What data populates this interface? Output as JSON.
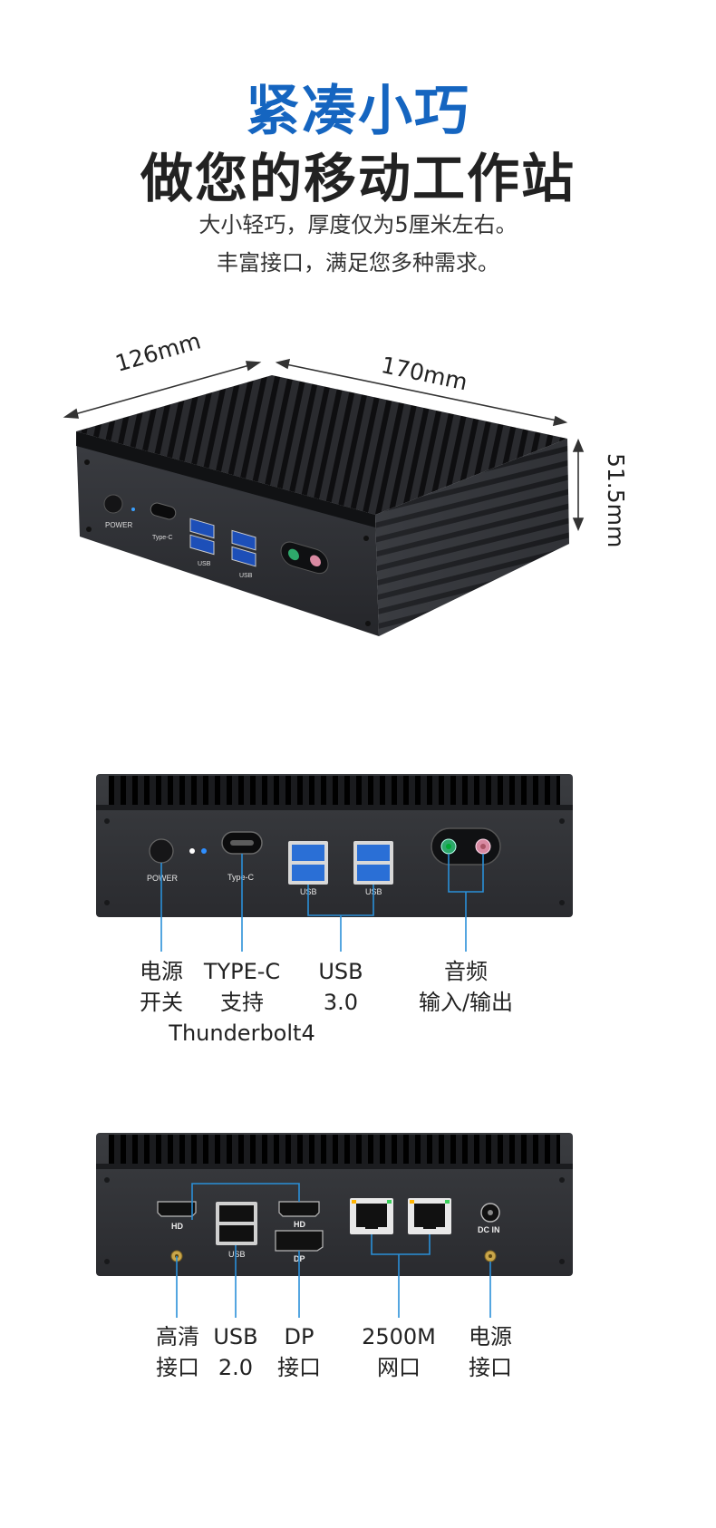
{
  "heading": {
    "line1": "紧凑小巧",
    "line2": "做您的移动工作站"
  },
  "intro": {
    "line1": "大小轻巧，厚度仅为5厘米左右。",
    "line2": "丰富接口，满足您多种需求。"
  },
  "dimensions": {
    "depth": "126mm",
    "width": "170mm",
    "height": "51.5mm"
  },
  "device_labels": {
    "power": "POWER",
    "type_c": "Type-C",
    "usb": "USB",
    "hd": "HD",
    "dp": "DP",
    "dc_in": "DC IN"
  },
  "front_callouts": [
    {
      "line1": "电源",
      "line2": "开关"
    },
    {
      "line1": "TYPE-C",
      "line2": "支持",
      "line3": "Thunderbolt4"
    },
    {
      "line1": "USB",
      "line2": "3.0"
    },
    {
      "line1": "音频",
      "line2": "输入/输出"
    }
  ],
  "rear_callouts": [
    {
      "line1": "高清",
      "line2": "接口"
    },
    {
      "line1": "USB",
      "line2": "2.0"
    },
    {
      "line1": "DP",
      "line2": "接口"
    },
    {
      "line1": "2500M",
      "line2": "网口"
    },
    {
      "line1": "电源",
      "line2": "接口"
    }
  ],
  "colors": {
    "title_blue": "#1565c0",
    "callout_line": "#2a8fd8",
    "usb3_blue": "#2a6fd6",
    "chassis": "#2b2d31"
  }
}
